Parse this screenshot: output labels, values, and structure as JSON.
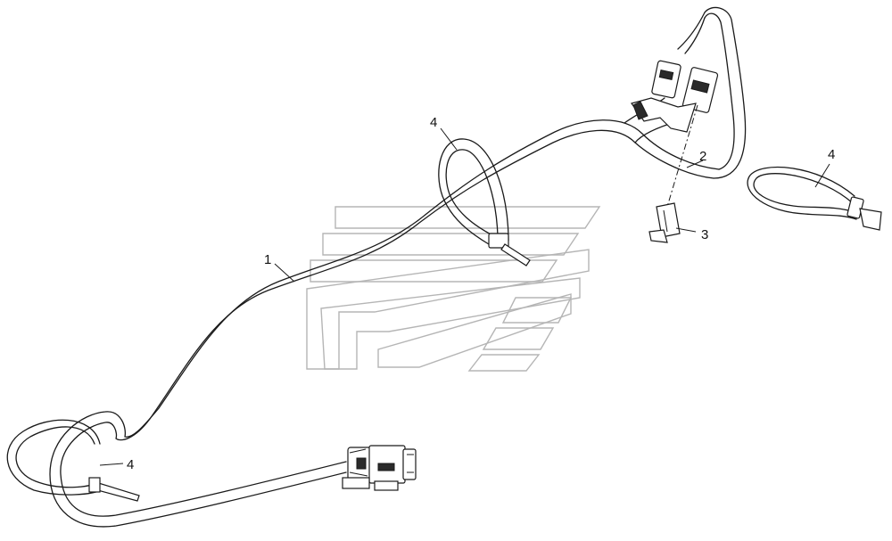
{
  "callouts": {
    "harness": "1",
    "connector_seal": "2",
    "clip": "3",
    "tie_center": "4",
    "tie_right": "4",
    "tie_left": "4"
  },
  "colors": {
    "line": "#1a1a1a",
    "watermark": "#b5b5b5",
    "background": "#ffffff"
  }
}
